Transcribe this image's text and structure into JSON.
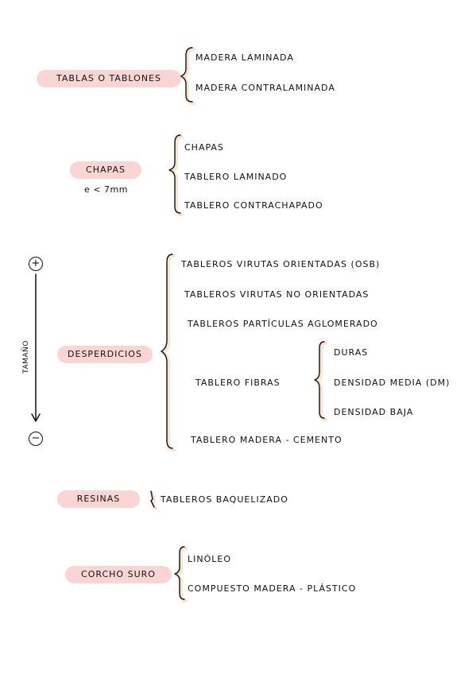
{
  "colors": {
    "highlight": "#f9d6d3",
    "bracket_shadow": "#f8e4cf",
    "ink": "#111111"
  },
  "groups": [
    {
      "label": "TABLAS O TABLONES",
      "items": [
        "MADERA LAMINADA",
        "MADERA CONTRALAMINADA"
      ]
    },
    {
      "label": "CHAPAS",
      "sublabel": "e < 7mm",
      "items": [
        "CHAPAS",
        "TABLERO LAMINADO",
        "TABLERO CONTRACHAPADO"
      ]
    },
    {
      "label": "DESPERDICIOS",
      "items": [
        "TABLEROS VIRUTAS ORIENTADAS (OSB)",
        "TABLEROS VIRUTAS NO ORIENTADAS",
        "TABLEROS PARTÍCULAS AGLOMERADO",
        "TABLERO FIBRAS",
        "TABLERO MADERA - CEMENTO"
      ],
      "fibras_items": [
        "DURAS",
        "DENSIDAD MEDIA (DM)",
        "DENSIDAD BAJA"
      ]
    },
    {
      "label": "RESINAS",
      "items": [
        "TABLEROS BAQUELIZADO"
      ]
    },
    {
      "label": "CORCHO SURO",
      "items": [
        "LINÓLEO",
        "COMPUESTO MADERA - PLÁSTICO"
      ]
    }
  ],
  "scale": {
    "label": "TAMAÑO",
    "top_symbol": "+",
    "bottom_symbol": "−"
  }
}
